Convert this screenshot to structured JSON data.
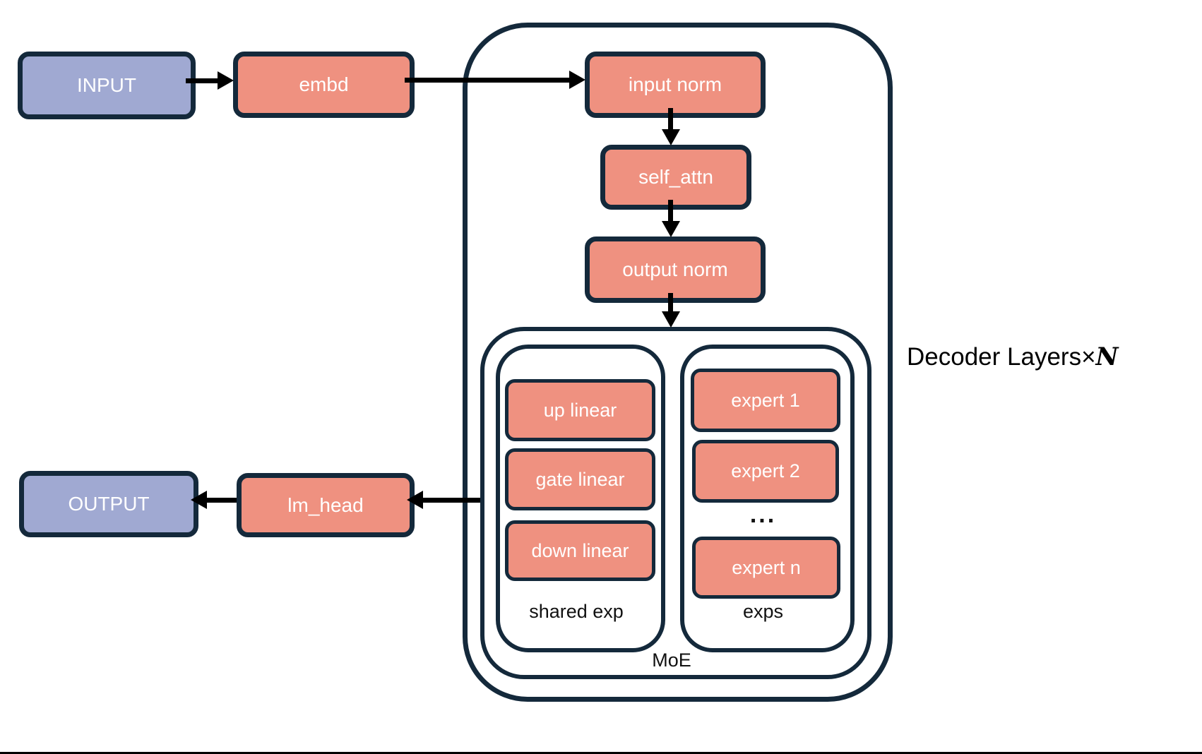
{
  "diagram": {
    "title_note": "MoE decoder architecture diagram",
    "nodes": {
      "input": "INPUT",
      "embd": "embd",
      "input_norm": "input norm",
      "self_attn": "self_attn",
      "output_norm": "output norm",
      "up_linear": "up linear",
      "gate_linear": "gate linear",
      "down_linear": "down linear",
      "expert_1": "expert 1",
      "expert_2": "expert 2",
      "expert_ellipsis": "...",
      "expert_n": "expert n",
      "lm_head": "lm_head",
      "output": "OUTPUT"
    },
    "containers": {
      "shared_exp_label": "shared exp",
      "exps_label": "exps",
      "moe_label": "MoE"
    },
    "annotations": {
      "decoder_layers": "Decoder Layers",
      "times": "×",
      "n": "N"
    },
    "colors": {
      "io_fill": "#a0a9d2",
      "module_fill": "#ef9180",
      "border": "#14293b",
      "arrow": "#000000",
      "text_light": "#ffffff",
      "text_dark": "#111111"
    }
  }
}
